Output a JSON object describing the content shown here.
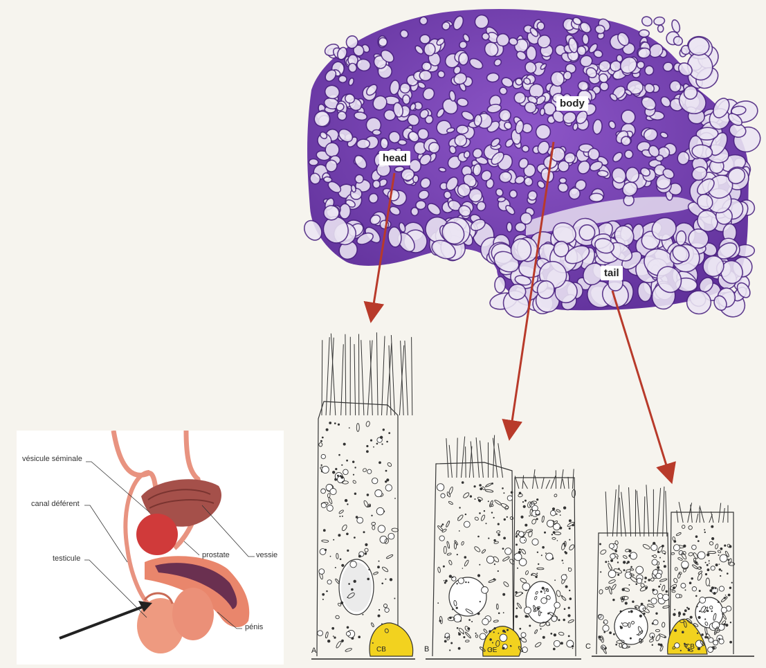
{
  "section_labels": {
    "head": "head",
    "body": "body",
    "tail": "tail"
  },
  "panels": {
    "a": "A",
    "b": "B",
    "c": "C"
  },
  "cell_tags": {
    "a": "CB",
    "b": "GE",
    "c": "CB"
  },
  "inset_labels": {
    "vesicule": "vésicule séminale",
    "canal": "canal déférent",
    "testicule": "testicule",
    "prostate": "prostate",
    "vessie": "vessie",
    "penis": "pénis"
  },
  "colors": {
    "background": "#f6f4ee",
    "tissue": "#7a44b8",
    "tubule_lumen": "#ece6f4",
    "arrow": "#b83a2a",
    "basal_cell": "#f2d21f",
    "inset_arrow": "#222222"
  }
}
